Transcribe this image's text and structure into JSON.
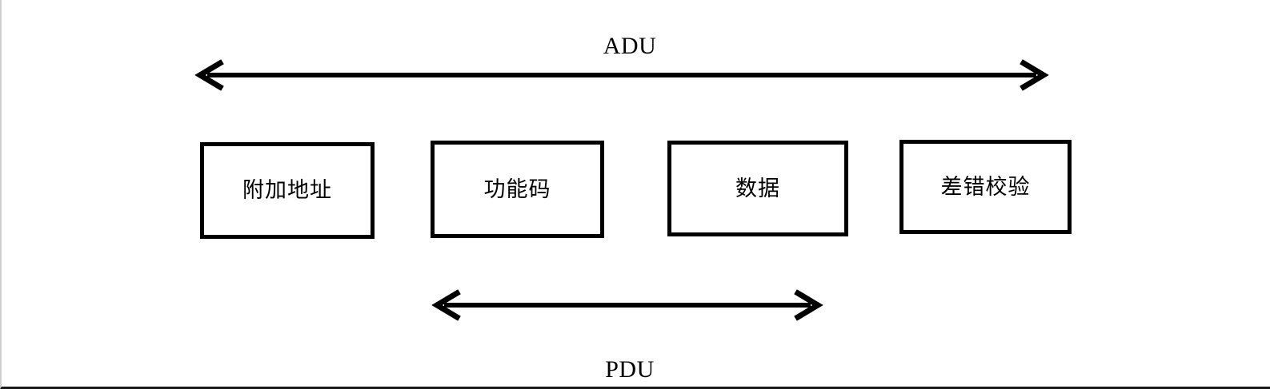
{
  "diagram": {
    "title_adu": "ADU",
    "title_pdu": "PDU",
    "stroke_color": "#000000",
    "background_color": "#ffffff",
    "spans": [
      {
        "name": "adu",
        "label": "ADU",
        "label_position": "above",
        "covers": [
          "附加地址",
          "功能码",
          "数据",
          "差错校验"
        ]
      },
      {
        "name": "pdu",
        "label": "PDU",
        "label_position": "below",
        "covers": [
          "功能码",
          "数据"
        ]
      }
    ],
    "fields": [
      {
        "label": "附加地址"
      },
      {
        "label": "功能码"
      },
      {
        "label": "数据"
      },
      {
        "label": "差错校验"
      }
    ]
  }
}
